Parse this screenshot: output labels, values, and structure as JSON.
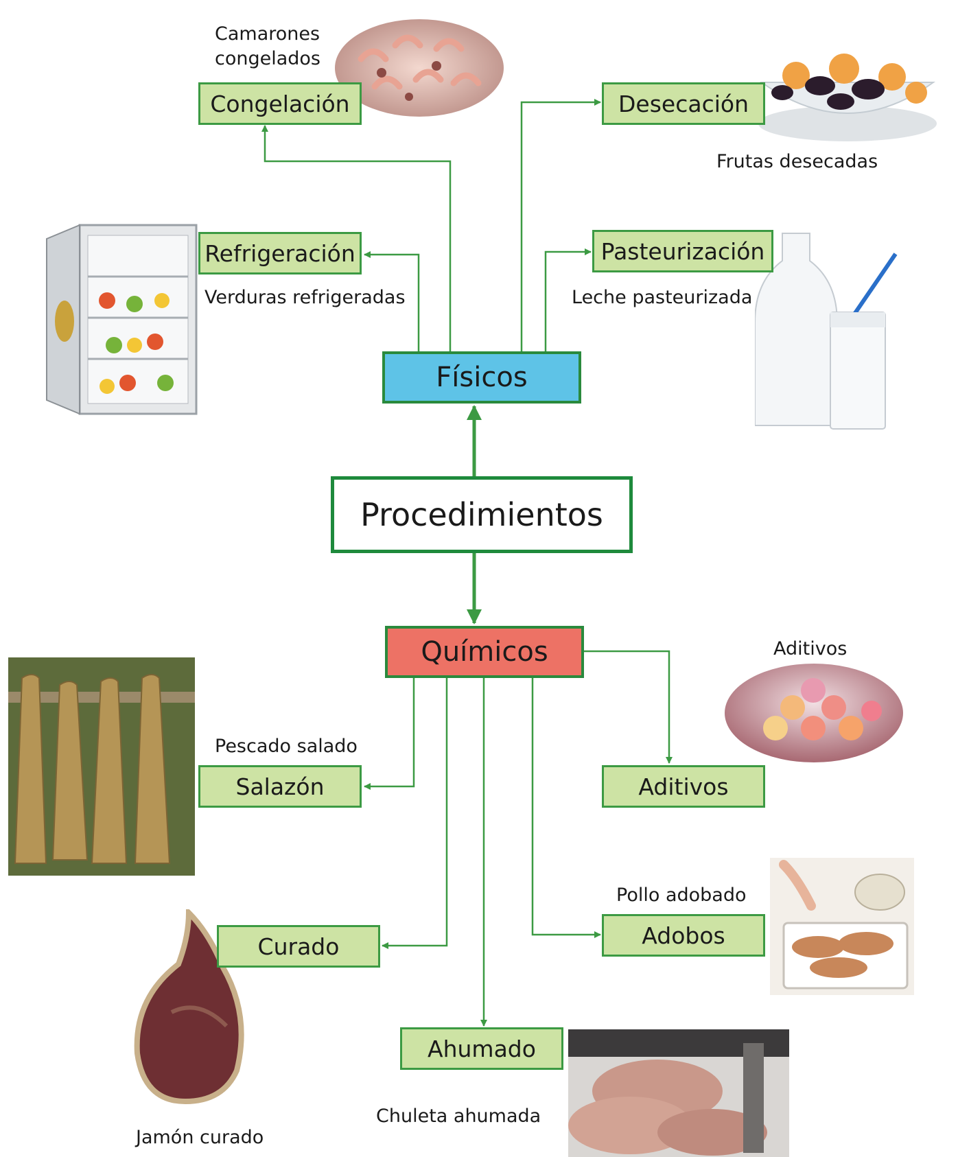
{
  "root": "Procedimientos",
  "fisicos": {
    "label": "Físicos",
    "items": {
      "congelacion": {
        "label": "Congelación",
        "caption": "Camarones\ncongelados"
      },
      "refrigeracion": {
        "label": "Refrigeración",
        "caption": "Verduras refrigeradas"
      },
      "desecacion": {
        "label": "Desecación",
        "caption": "Frutas desecadas"
      },
      "pasteurizacion": {
        "label": "Pasteurización",
        "caption": "Leche pasteurizada"
      }
    }
  },
  "quimicos": {
    "label": "Químicos",
    "items": {
      "salazon": {
        "label": "Salazón",
        "caption": "Pescado salado"
      },
      "curado": {
        "label": "Curado",
        "caption": "Jamón curado"
      },
      "ahumado": {
        "label": "Ahumado",
        "caption": "Chuleta ahumada"
      },
      "aditivos": {
        "label": "Aditivos",
        "caption": "Aditivos"
      },
      "adobos": {
        "label": "Adobos",
        "caption": "Pollo adobado"
      }
    }
  },
  "colors": {
    "connector": "#3c9a43",
    "leaf_fill": "#cde3a4",
    "fisicos_fill": "#5ec3e7",
    "quimicos_fill": "#ed7265"
  }
}
